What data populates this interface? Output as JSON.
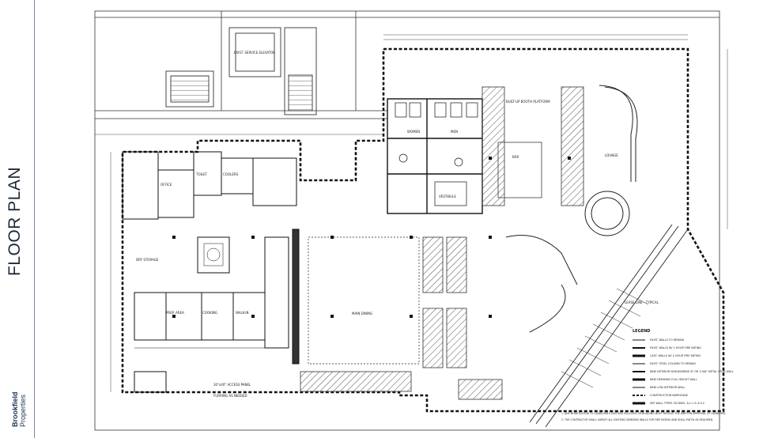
{
  "sidebar": {
    "title": "FLOOR PLAN",
    "brand_name": "Brookfield",
    "brand_sub": "Properties"
  },
  "plan": {
    "elevator_label": "EXIST. SERVICE ELEVATOR",
    "area_labels": {
      "dry_storage": "DRY STORAGE",
      "main_dining": "MAIN DINING",
      "bar": "BAR",
      "walk_in": "WALK-IN",
      "cooking": "COOKING",
      "prep_area": "PREP. AREA",
      "vestibule": "VESTIBULE",
      "coolers": "COOLERS",
      "office": "OFFICE",
      "toilet": "TOILET",
      "women": "WOMEN",
      "men": "MEN",
      "lounge": "LOUNGE",
      "booth_platform": "BUILT-UP BOOTH PLATFORM",
      "access_panel": "30\"x40\" ACCESS PANEL",
      "furring_as_needed": "FURRING AS NEEDED",
      "lease_line": "LEASE LINE - TYPICAL"
    },
    "legend": {
      "title": "LEGEND",
      "items": [
        "EXIST. WALLS TO REMAIN",
        "EXIST. WALLS W/ 1 HOUR FIRE RATING",
        "CAST. WALLS W/ 2 HOUR FIRE RATING",
        "EXIST. STEEL COLUMN TO REMAIN",
        "NEW INTERIOR NON-BEARING 6\" OR 3-5/8\" METAL STUD WALL",
        "NEW DEMISING FULL HEIGHT WALL",
        "NEW LOW INTERIOR WALL",
        "CONSTRUCTION BARRICADE",
        "SEE WALL TYPES ON DWG. A-1.1 & A-5.2"
      ]
    },
    "notes": [
      "1. ANY MODIFICATION TO LANDLORD'S EXISTING FACILITIES OR BUILDING MUST RECEIVE THE WRITTEN APPROVAL OF LANDLORD.",
      "2. THE CONTRACTOR SHALL SURVEY ALL EXISTING DEMISING WALLS FOR FIRE RATING AND SHALL PATCH AS REQUIRED."
    ]
  }
}
